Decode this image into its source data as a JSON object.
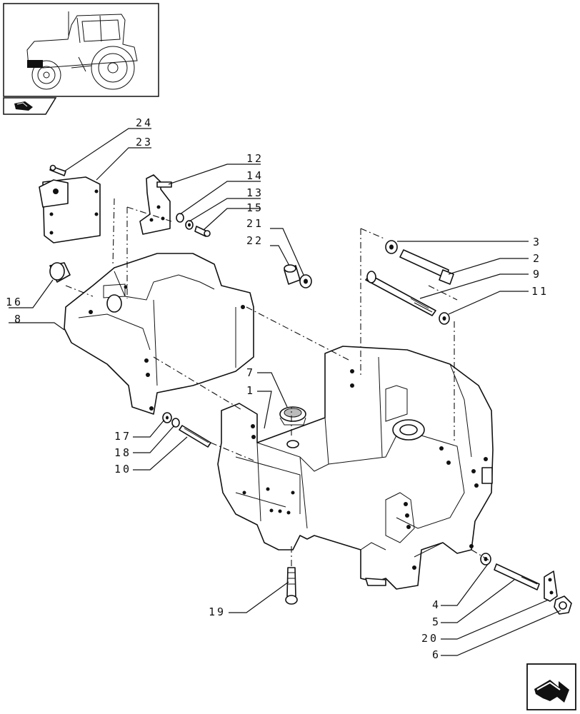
{
  "callouts": [
    {
      "id": "c24",
      "label": "24"
    },
    {
      "id": "c23",
      "label": "23"
    },
    {
      "id": "c12",
      "label": "12"
    },
    {
      "id": "c14",
      "label": "14"
    },
    {
      "id": "c13",
      "label": "13"
    },
    {
      "id": "c15",
      "label": "15"
    },
    {
      "id": "c21",
      "label": "21"
    },
    {
      "id": "c22",
      "label": "22"
    },
    {
      "id": "c3",
      "label": "3"
    },
    {
      "id": "c2",
      "label": "2"
    },
    {
      "id": "c9",
      "label": "9"
    },
    {
      "id": "c11",
      "label": "11"
    },
    {
      "id": "c16",
      "label": "16"
    },
    {
      "id": "c8",
      "label": "8"
    },
    {
      "id": "c7",
      "label": "7"
    },
    {
      "id": "c1",
      "label": "1"
    },
    {
      "id": "c17",
      "label": "17"
    },
    {
      "id": "c18",
      "label": "18"
    },
    {
      "id": "c10",
      "label": "10"
    },
    {
      "id": "c19",
      "label": "19"
    },
    {
      "id": "c4",
      "label": "4"
    },
    {
      "id": "c5",
      "label": "5"
    },
    {
      "id": "c20",
      "label": "20"
    },
    {
      "id": "c6",
      "label": "6"
    }
  ],
  "icons": {
    "thumbnail": "tractor-thumbnail-icon",
    "book": "book-icon",
    "navigation": "next-page-arrow-icon"
  }
}
